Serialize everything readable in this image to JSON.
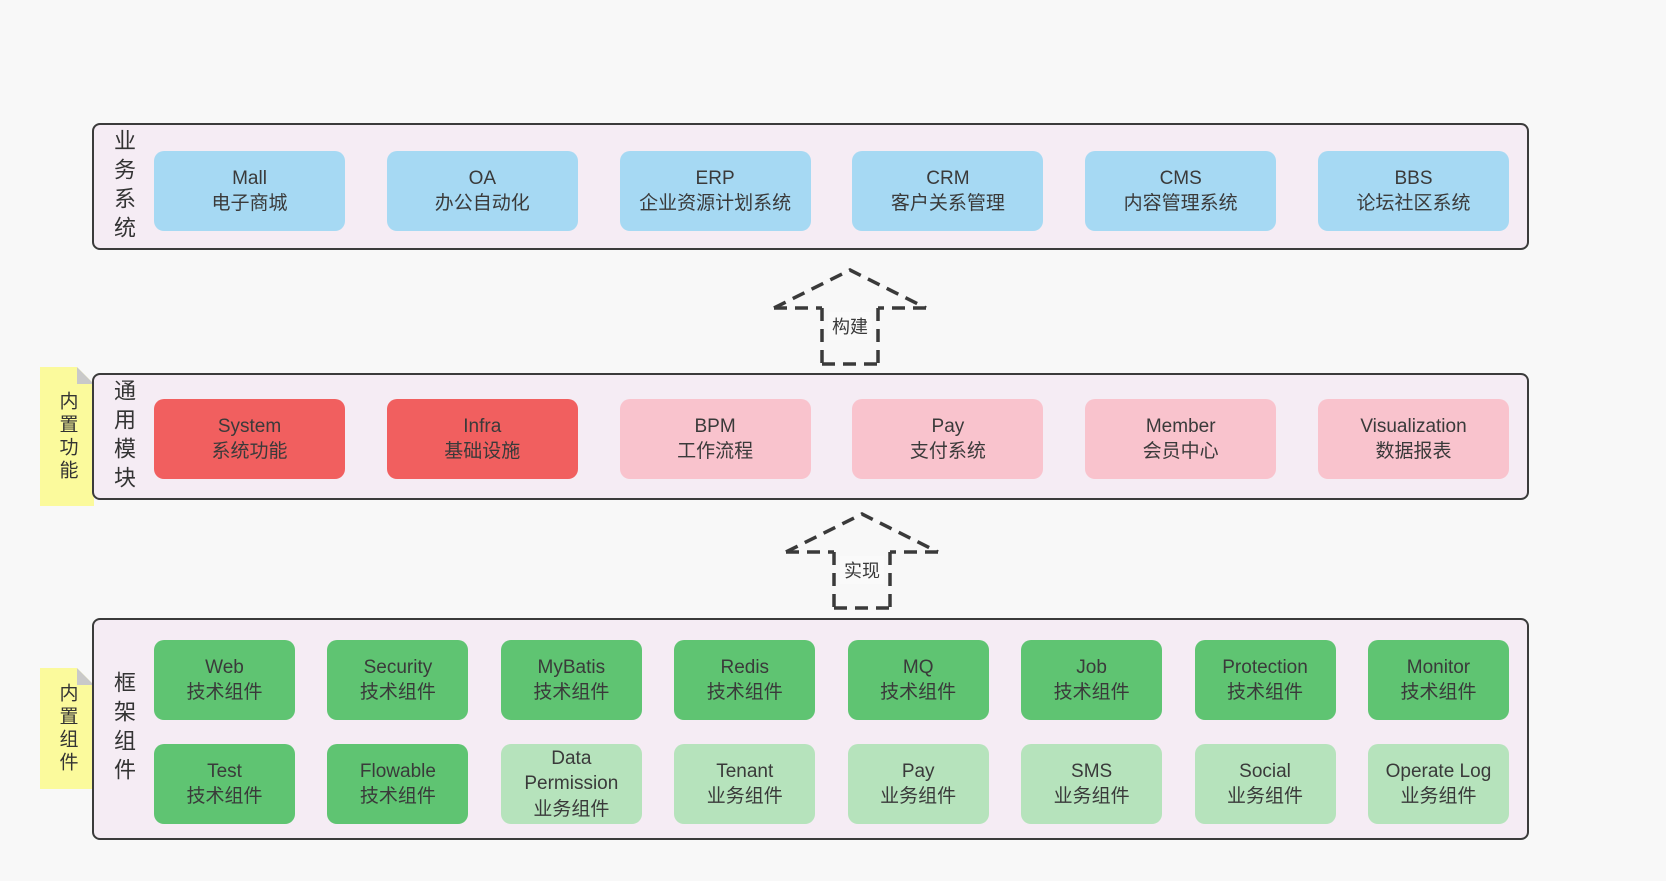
{
  "colors": {
    "background": "#f8f8f8",
    "panel_background": "#f5ecf4",
    "panel_border": "#3b3b3b",
    "blue_box": "#a6d9f3",
    "red_box": "#f15f5f",
    "pink_box": "#f9c3cd",
    "green_dark_box": "#5fc472",
    "green_light_box": "#b6e3bc",
    "tag_yellow": "#fbfa9c",
    "text": "#3a3a3a"
  },
  "sections": [
    {
      "label": "业务系统",
      "boxes": [
        {
          "name": "Mall",
          "desc": "电子商城"
        },
        {
          "name": "OA",
          "desc": "办公自动化"
        },
        {
          "name": "ERP",
          "desc": "企业资源计划系统"
        },
        {
          "name": "CRM",
          "desc": "客户关系管理"
        },
        {
          "name": "CMS",
          "desc": "内容管理系统"
        },
        {
          "name": "BBS",
          "desc": "论坛社区系统"
        }
      ]
    },
    {
      "label": "通用模块",
      "tag": "内置功能",
      "boxes": [
        {
          "name": "System",
          "desc": "系统功能"
        },
        {
          "name": "Infra",
          "desc": "基础设施"
        },
        {
          "name": "BPM",
          "desc": "工作流程"
        },
        {
          "name": "Pay",
          "desc": "支付系统"
        },
        {
          "name": "Member",
          "desc": "会员中心"
        },
        {
          "name": "Visualization",
          "desc": "数据报表"
        }
      ]
    },
    {
      "label": "框架组件",
      "tag": "内置组件",
      "rows": [
        [
          {
            "name": "Web",
            "desc": "技术组件"
          },
          {
            "name": "Security",
            "desc": "技术组件"
          },
          {
            "name": "MyBatis",
            "desc": "技术组件"
          },
          {
            "name": "Redis",
            "desc": "技术组件"
          },
          {
            "name": "MQ",
            "desc": "技术组件"
          },
          {
            "name": "Job",
            "desc": "技术组件"
          },
          {
            "name": "Protection",
            "desc": "技术组件"
          },
          {
            "name": "Monitor",
            "desc": "技术组件"
          }
        ],
        [
          {
            "name": "Test",
            "desc": "技术组件"
          },
          {
            "name": "Flowable",
            "desc": "技术组件"
          },
          {
            "name": "Data Permission",
            "desc": "业务组件"
          },
          {
            "name": "Tenant",
            "desc": "业务组件"
          },
          {
            "name": "Pay",
            "desc": "业务组件"
          },
          {
            "name": "SMS",
            "desc": "业务组件"
          },
          {
            "name": "Social",
            "desc": "业务组件"
          },
          {
            "name": "Operate Log",
            "desc": "业务组件"
          }
        ]
      ]
    }
  ],
  "arrows": [
    {
      "label": "构建"
    },
    {
      "label": "实现"
    }
  ]
}
